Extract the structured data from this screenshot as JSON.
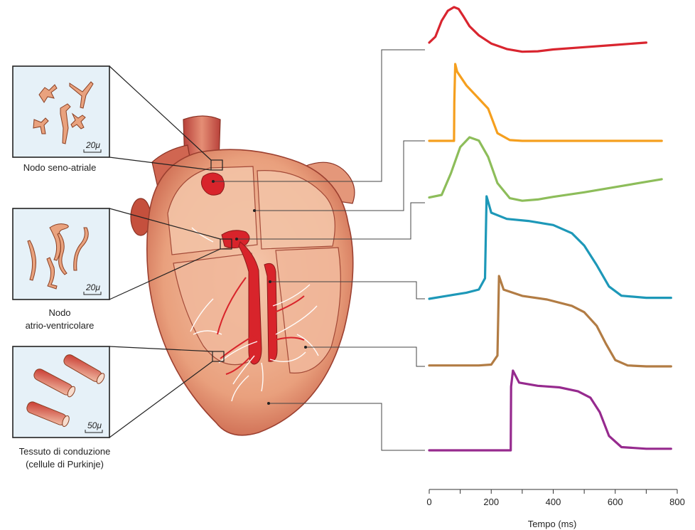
{
  "labels": {
    "sa_node": "Nodo seno-atriale",
    "av_node_line1": "Nodo",
    "av_node_line2": "atrio-ventricolare",
    "purkinje_line1": "Tessuto di conduzione",
    "purkinje_line2": "(cellule di Purkinje)"
  },
  "scale_bars": {
    "sa": "20μ",
    "av": "20μ",
    "purkinje": "50μ"
  },
  "chart_data": {
    "type": "line",
    "xlabel": "Tempo (ms)",
    "xlim": [
      0,
      800
    ],
    "x_ticks": [
      0,
      200,
      400,
      600,
      800
    ],
    "series": [
      {
        "color": "#d9252f",
        "x": [
          0,
          20,
          40,
          60,
          80,
          95,
          110,
          130,
          160,
          200,
          250,
          300,
          350,
          400,
          500,
          600,
          700
        ],
        "y": [
          0.22,
          0.35,
          0.7,
          0.92,
          1.0,
          0.96,
          0.8,
          0.58,
          0.38,
          0.2,
          0.08,
          0.02,
          0.03,
          0.07,
          0.12,
          0.17,
          0.22
        ]
      },
      {
        "color": "#f59f1e",
        "x": [
          0,
          80,
          81,
          84,
          90,
          120,
          160,
          190,
          220,
          260,
          300,
          400,
          500,
          600,
          750
        ],
        "y": [
          0.0,
          0.0,
          0.5,
          1.0,
          0.9,
          0.72,
          0.55,
          0.42,
          0.1,
          0.01,
          0.0,
          0.0,
          0.0,
          0.0,
          0.0
        ]
      },
      {
        "color": "#8dbd5a",
        "x": [
          0,
          40,
          70,
          100,
          130,
          160,
          190,
          220,
          260,
          300,
          350,
          400,
          500,
          600,
          700,
          750
        ],
        "y": [
          0.08,
          0.12,
          0.45,
          0.85,
          1.0,
          0.95,
          0.7,
          0.3,
          0.07,
          0.03,
          0.05,
          0.09,
          0.16,
          0.24,
          0.32,
          0.36
        ]
      },
      {
        "color": "#1d98b8",
        "x": [
          0,
          60,
          120,
          160,
          180,
          185,
          200,
          250,
          320,
          400,
          460,
          500,
          540,
          580,
          620,
          700,
          780
        ],
        "y": [
          0.0,
          0.03,
          0.06,
          0.09,
          0.2,
          1.0,
          0.84,
          0.78,
          0.76,
          0.72,
          0.64,
          0.52,
          0.33,
          0.12,
          0.03,
          0.01,
          0.01
        ]
      },
      {
        "color": "#b27c44",
        "x": [
          0,
          100,
          160,
          200,
          220,
          225,
          240,
          300,
          380,
          460,
          500,
          540,
          570,
          600,
          640,
          700,
          780
        ],
        "y": [
          0.01,
          0.01,
          0.01,
          0.02,
          0.12,
          1.0,
          0.85,
          0.78,
          0.74,
          0.67,
          0.6,
          0.45,
          0.25,
          0.07,
          0.01,
          0.0,
          0.0
        ]
      },
      {
        "color": "#962a8e",
        "x": [
          0,
          100,
          200,
          263,
          264,
          270,
          290,
          350,
          420,
          480,
          520,
          550,
          580,
          620,
          700,
          780
        ],
        "y": [
          0.0,
          0.0,
          0.0,
          0.0,
          0.8,
          1.0,
          0.85,
          0.81,
          0.79,
          0.74,
          0.66,
          0.48,
          0.18,
          0.04,
          0.02,
          0.02
        ]
      }
    ]
  }
}
